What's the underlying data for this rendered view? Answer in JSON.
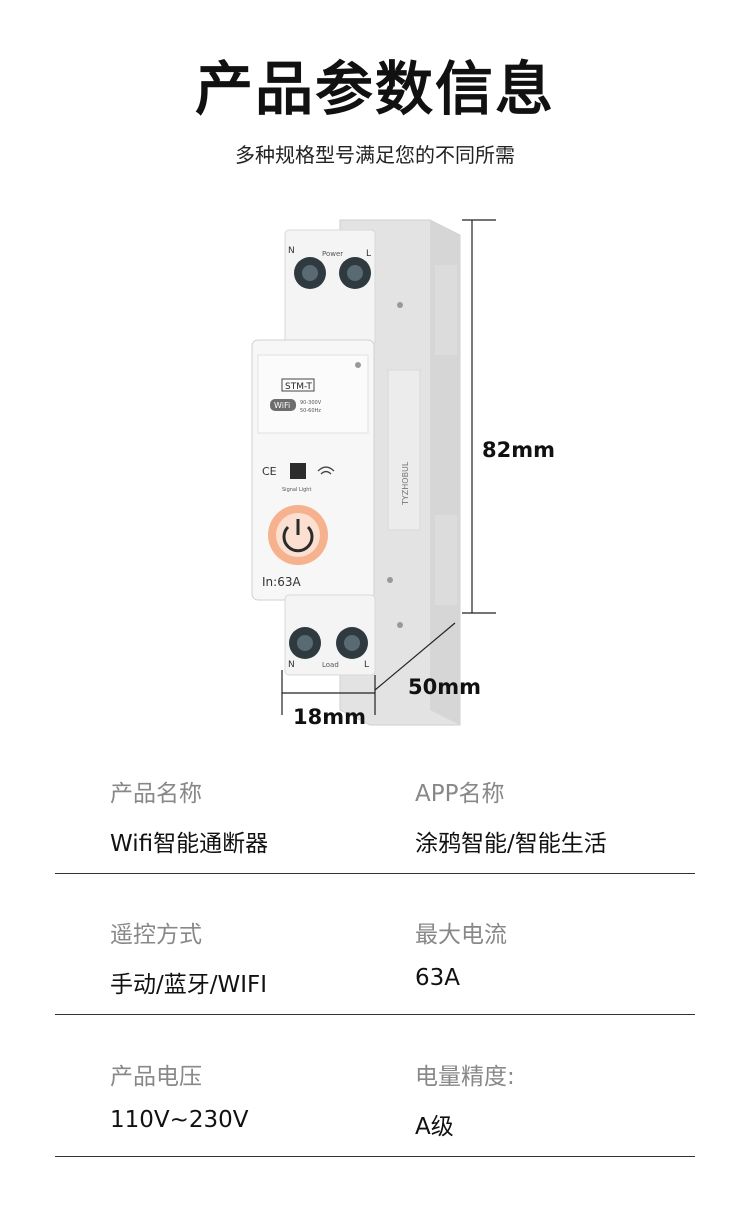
{
  "header": {
    "title": "产品参数信息",
    "subtitle": "多种规格型号满足您的不同所需"
  },
  "product": {
    "dimensions": {
      "height": "82mm",
      "depth": "50mm",
      "width": "18mm"
    },
    "device_labels": {
      "terminal_n": "N",
      "terminal_l": "L",
      "power": "Power",
      "load": "Load",
      "model": "STM-T",
      "wifi": "WiFi",
      "voltage_range": "90-300V",
      "frequency": "50-60Hz",
      "ce_mark": "CE",
      "signal_light": "Signal Light",
      "rating": "In:63A",
      "brand": "TYZHOBUL"
    },
    "colors": {
      "body": "#f2f2f2",
      "button_ring": "#f6b28e",
      "button_core": "#fbe0d2",
      "terminal": "#2f3a40"
    }
  },
  "specs": [
    {
      "left": {
        "label": "产品名称",
        "value": "Wifi智能通断器"
      },
      "right": {
        "label": "APP名称",
        "value": "涂鸦智能/智能生活"
      }
    },
    {
      "left": {
        "label": "遥控方式",
        "value": "手动/蓝牙/WIFI"
      },
      "right": {
        "label": "最大电流",
        "value": "63A"
      }
    },
    {
      "left": {
        "label": "产品电压",
        "value": "110V~230V"
      },
      "right": {
        "label": "电量精度:",
        "value": "A级"
      }
    }
  ]
}
